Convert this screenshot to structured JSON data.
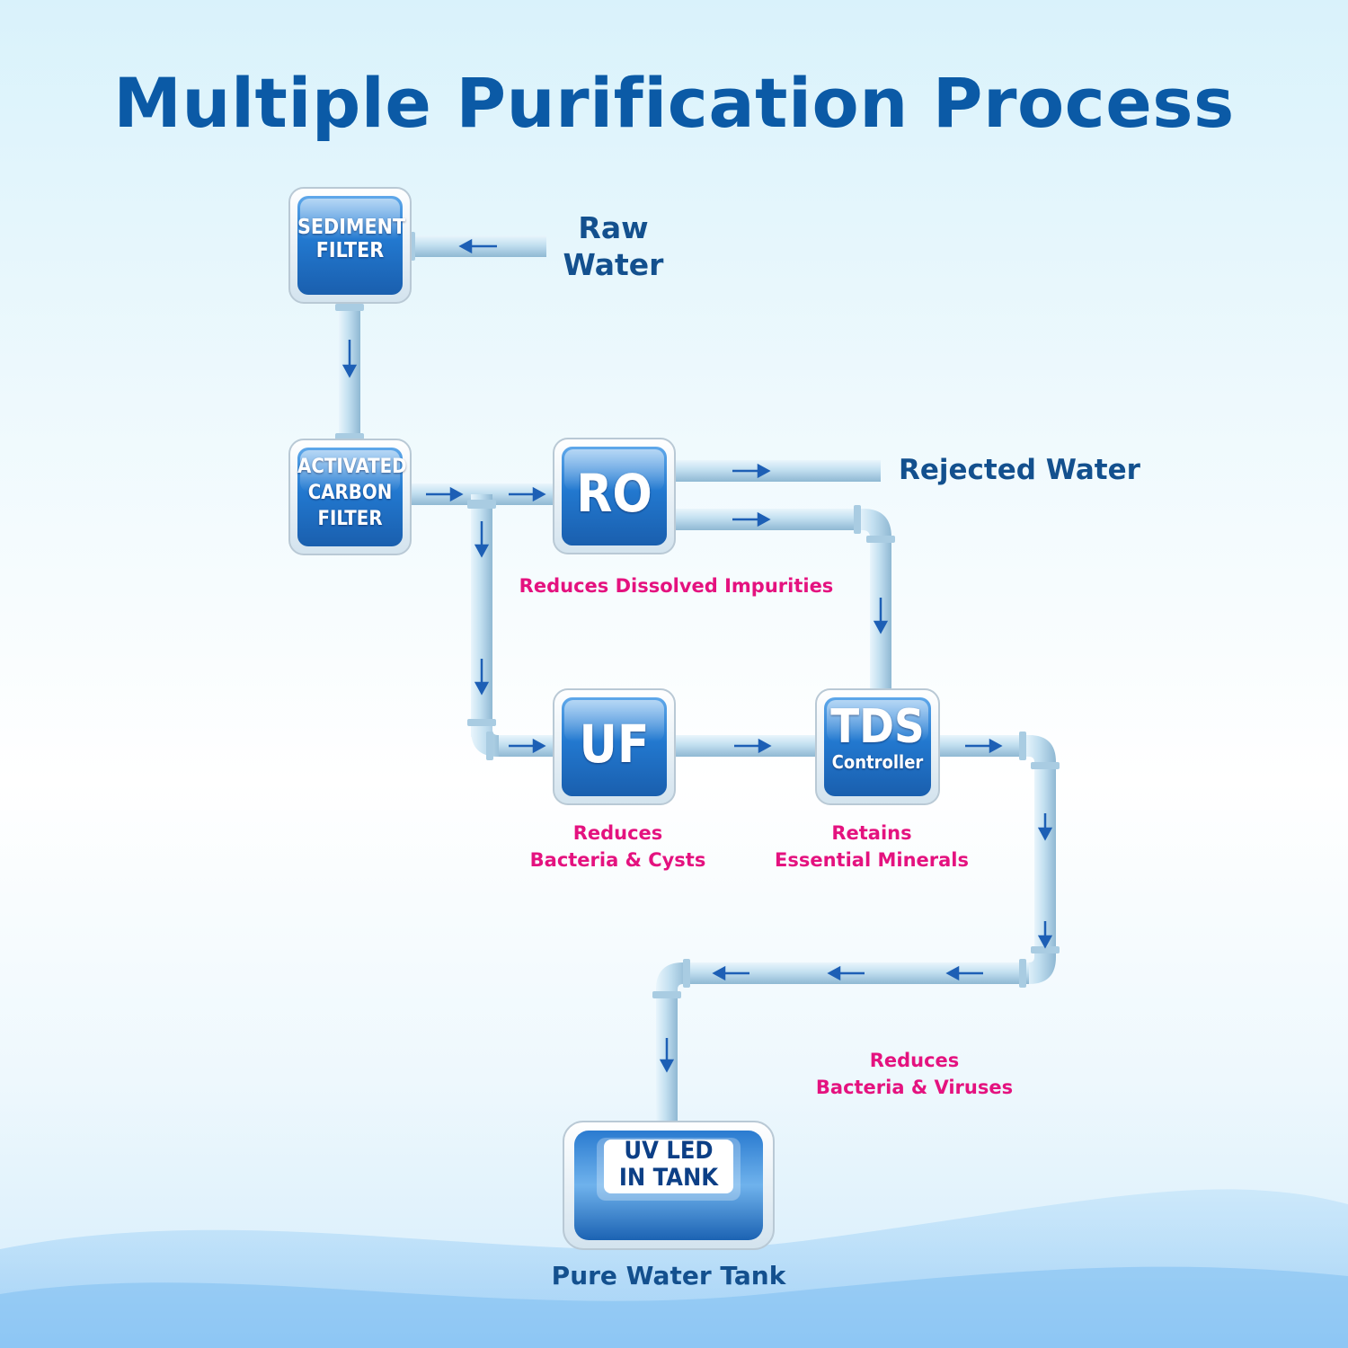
{
  "title": "Multiple Purification Process",
  "stages": {
    "sediment": {
      "line1": "SEDIMENT",
      "line2": "FILTER"
    },
    "carbon": {
      "line1": "ACTIVATED",
      "line2": "CARBON",
      "line3": "FILTER"
    },
    "ro": {
      "label": "RO"
    },
    "uf": {
      "label": "UF"
    },
    "tds": {
      "line1": "TDS",
      "line2": "Controller"
    },
    "uv": {
      "line1": "UV LED",
      "line2": "IN TANK"
    }
  },
  "inputs": {
    "raw_line1": "Raw",
    "raw_line2": "Water"
  },
  "outputs": {
    "rejected": "Rejected Water",
    "pure": "Pure Water Tank"
  },
  "descriptions": {
    "ro": "Reduces Dissolved Impurities",
    "uf_line1": "Reduces",
    "uf_line2": "Bacteria & Cysts",
    "tds_line1": "Retains",
    "tds_line2": "Essential Minerals",
    "uv_line1": "Reduces",
    "uv_line2": "Bacteria & Viruses"
  },
  "colors": {
    "title": "#0b5aa6",
    "description": "#e4127f",
    "label": "#13508e",
    "pipe": "#bcd9ea",
    "box": "#1f6fc4",
    "arrow": "#1d5fb5"
  }
}
